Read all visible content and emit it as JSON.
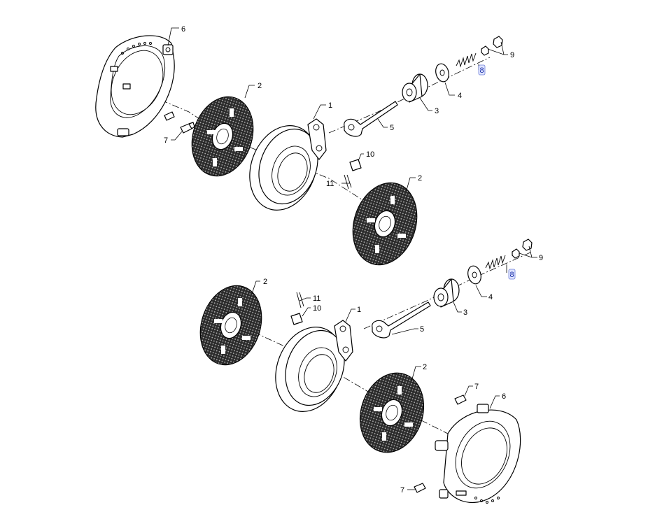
{
  "labels": {
    "p1": "1",
    "p2": "2",
    "p3": "3",
    "p4": "4",
    "p5": "5",
    "p6": "6",
    "p7": "7",
    "p8": "8",
    "p9": "9",
    "p10": "10",
    "p11": "11"
  },
  "colors": {
    "highlight_fill": "#dfe4ff",
    "highlight_text": "#1a2fa8",
    "line": "#000000",
    "background": "#ffffff"
  }
}
